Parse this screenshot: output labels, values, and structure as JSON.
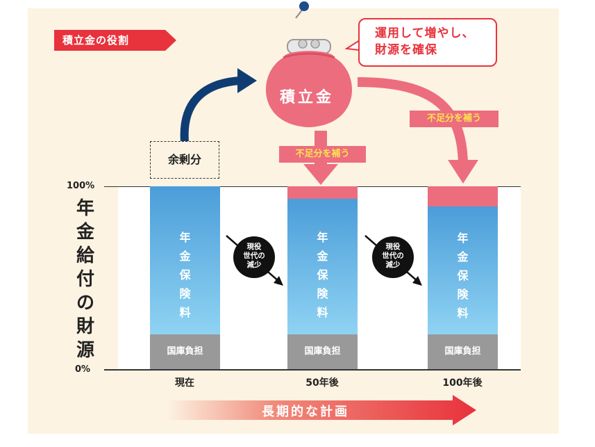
{
  "title": "積立金の役割",
  "speech_bubble": [
    "運用して増やし、",
    "財源を確保"
  ],
  "purse_label": "積立金",
  "surplus_label": "余剰分",
  "shortfall_label": "不足分を補う",
  "y_axis": {
    "label": [
      "年",
      "金",
      "給",
      "付",
      "の",
      "財",
      "源"
    ],
    "max_label": "100%",
    "min_label": "0%"
  },
  "decline_label": [
    "現役",
    "世代の",
    "減少"
  ],
  "timeline_label": "長期的な計画",
  "colors": {
    "accent_red": "#e8323c",
    "pink": "#ec6d7e",
    "blue_top": "#4b9dd9",
    "blue_bottom": "#8fd3f3",
    "grey": "#999999",
    "navy": "#0f3d73"
  },
  "chart_data": {
    "type": "bar",
    "stacked": true,
    "categories": [
      "現在",
      "50年後",
      "100年後"
    ],
    "ylim": [
      0,
      100
    ],
    "series": [
      {
        "name": "国庫負担",
        "values": [
          19,
          19,
          19
        ]
      },
      {
        "name": "年金保険料",
        "values": [
          81,
          74,
          70
        ]
      },
      {
        "name": "",
        "values": [
          0,
          7,
          11
        ]
      }
    ],
    "vertical_label": [
      "年",
      "金",
      "保",
      "険",
      "料"
    ]
  }
}
